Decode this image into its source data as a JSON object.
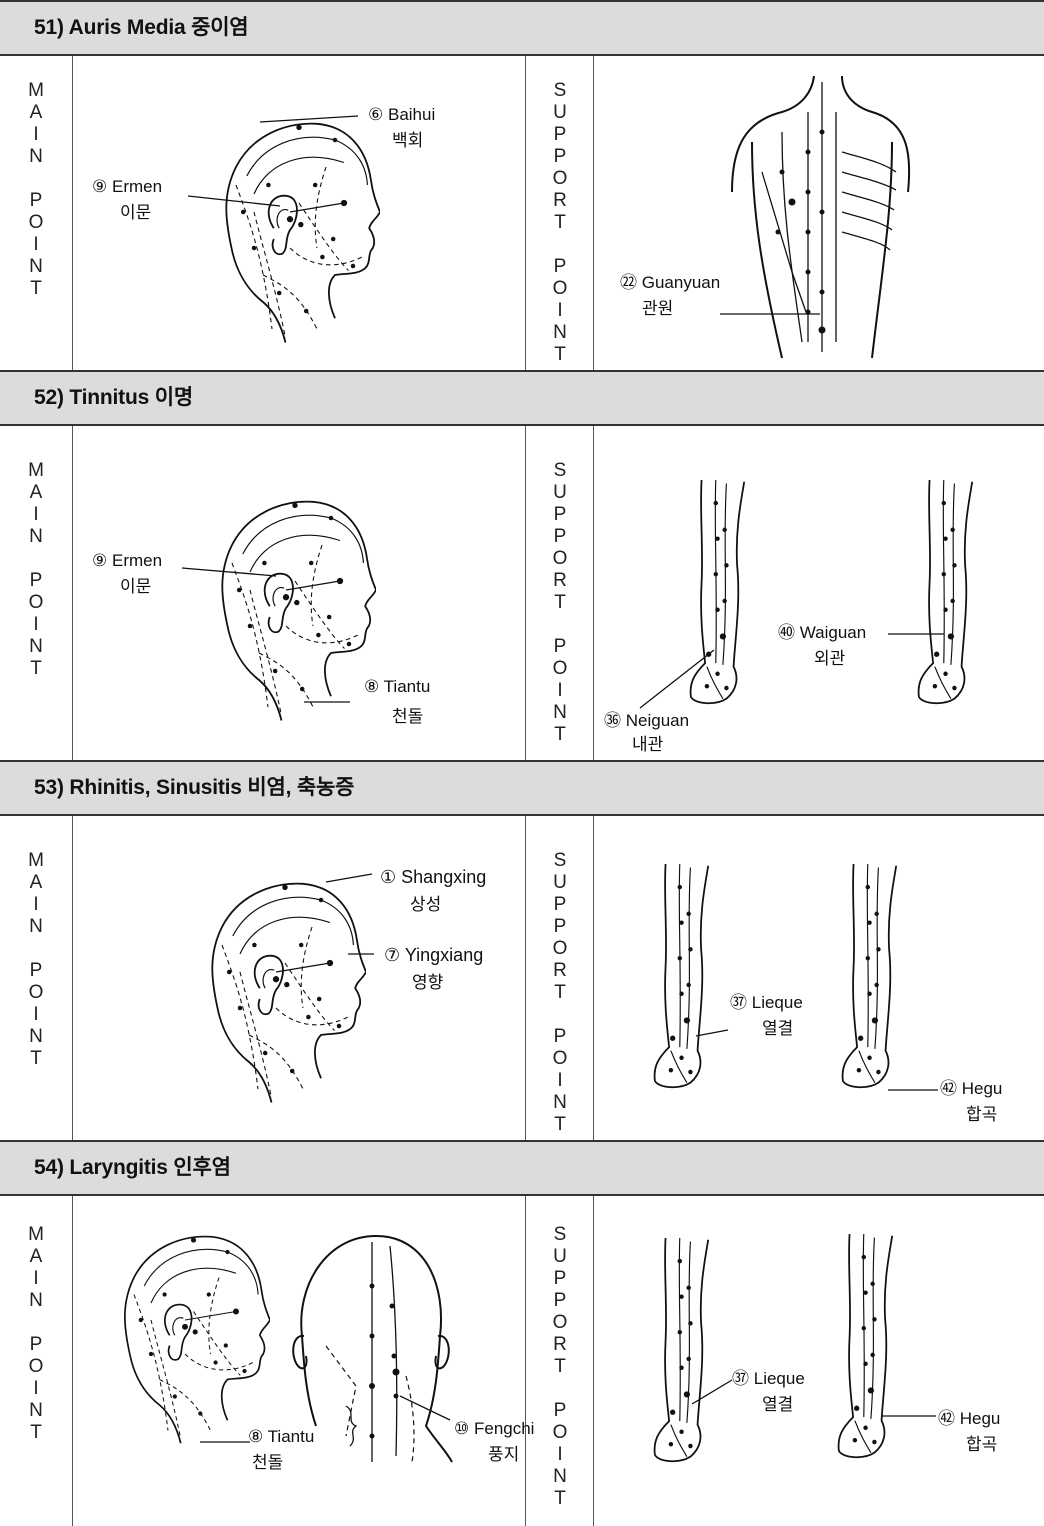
{
  "labels": {
    "main_point": "M\nA\nI\nN\n\nP\nO\nI\nN\nT",
    "support_point": "S\nU\nP\nP\nO\nR\nT\n\nP\nO\nI\nN\nT"
  },
  "sections": [
    {
      "title": "51) Auris Media 중이염",
      "points": [
        {
          "num": "⑥",
          "name": "Baihui",
          "kor": "백회"
        },
        {
          "num": "⑨",
          "name": "Ermen",
          "kor": "이문"
        },
        {
          "num": "㉒",
          "name": "Guanyuan",
          "kor": "관원"
        }
      ]
    },
    {
      "title": "52) Tinnitus 이명",
      "points": [
        {
          "num": "⑨",
          "name": "Ermen",
          "kor": "이문"
        },
        {
          "num": "⑧",
          "name": "Tiantu",
          "kor": "천돌"
        },
        {
          "num": "㊵",
          "name": "Waiguan",
          "kor": "외관"
        },
        {
          "num": "㊱",
          "name": "Neiguan",
          "kor": "내관"
        }
      ]
    },
    {
      "title": "53) Rhinitis, Sinusitis 비염, 축농증",
      "points": [
        {
          "num": "①",
          "name": "Shangxing",
          "kor": "상성"
        },
        {
          "num": "⑦",
          "name": "Yingxiang",
          "kor": "영향"
        },
        {
          "num": "㊲",
          "name": "Lieque",
          "kor": "열결"
        },
        {
          "num": "㊷",
          "name": "Hegu",
          "kor": "합곡"
        }
      ]
    },
    {
      "title": "54) Laryngitis 인후염",
      "points": [
        {
          "num": "⑧",
          "name": "Tiantu",
          "kor": "천돌"
        },
        {
          "num": "⑩",
          "name": "Fengchi",
          "kor": "풍지"
        },
        {
          "num": "㊲",
          "name": "Lieque",
          "kor": "열결"
        },
        {
          "num": "㊷",
          "name": "Hegu",
          "kor": "합곡"
        }
      ]
    }
  ]
}
